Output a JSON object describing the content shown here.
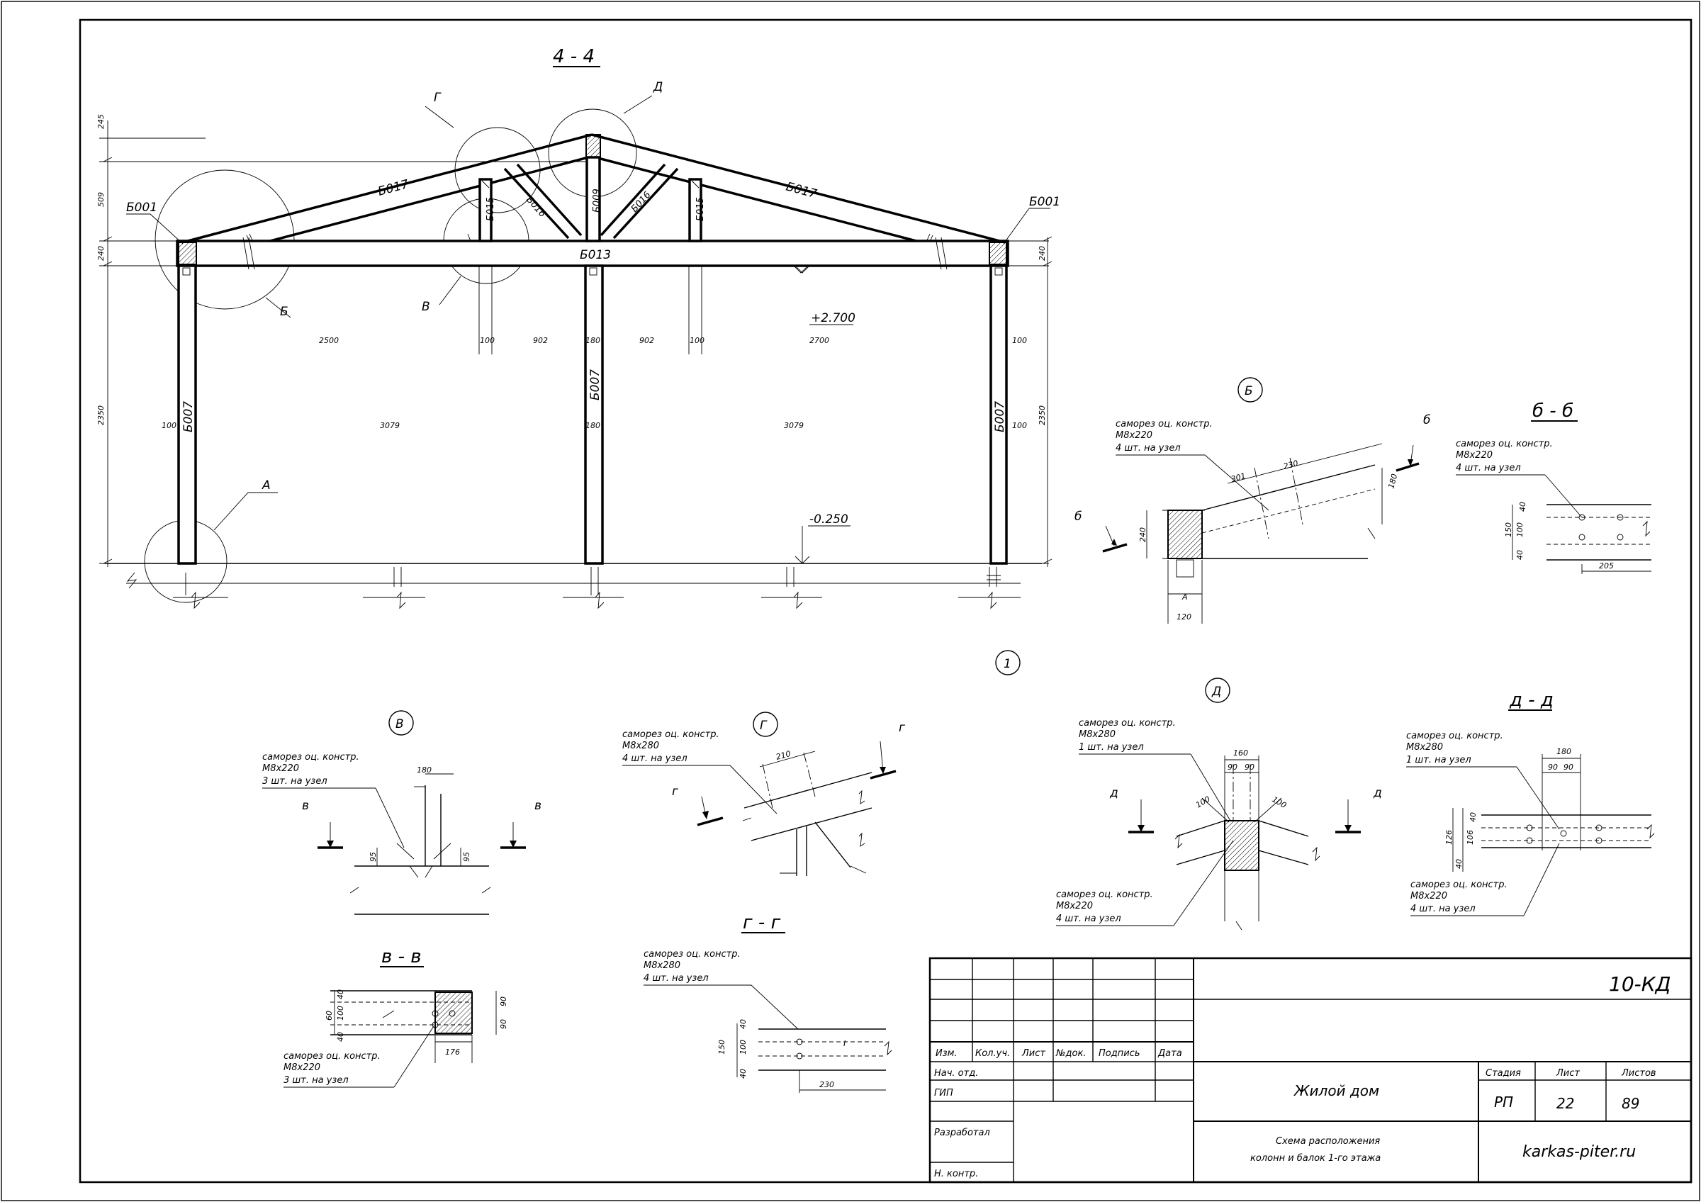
{
  "section": {
    "title": "4 - 4",
    "elev_top": "+2.700",
    "elev_bottom": "-0.250",
    "callouts": {
      "g": "Г",
      "d": "Д",
      "b": "Б",
      "v": "В",
      "a": "А"
    },
    "members": {
      "b001": "Б001",
      "b017": "Б017",
      "b015": "Б015",
      "b016": "Б016",
      "b009": "Б009",
      "b013": "Б013",
      "b007": "Б007"
    },
    "dims_left": [
      "245",
      "509",
      "240",
      "2350"
    ],
    "dims_right": [
      "240",
      "2350"
    ],
    "spans": [
      "2500",
      "100",
      "902",
      "180",
      "902",
      "100",
      "2700",
      "100"
    ],
    "inner": [
      "100",
      "3079",
      "180",
      "3079",
      "100"
    ]
  },
  "marker_1": "1",
  "details": {
    "b": {
      "label": "Б",
      "note": [
        "саморез оц. констр.",
        "М8х220",
        "4 шт. на узел"
      ],
      "cut": "б",
      "dims": [
        "301",
        "230",
        "240",
        "180",
        "120",
        "А"
      ]
    },
    "bb": {
      "label": "б - б",
      "note": [
        "саморез оц. констр.",
        "М8х220",
        "4 шт. на узел"
      ],
      "dims": [
        "40",
        "100",
        "150",
        "40",
        "205"
      ]
    },
    "v": {
      "label": "В",
      "note": [
        "саморез оц. констр.",
        "М8х220",
        "3 шт. на узел"
      ],
      "cut": "в",
      "dims": [
        "180",
        "95",
        "95"
      ]
    },
    "g": {
      "label": "Г",
      "note": [
        "саморез оц. констр.",
        "М8х280",
        "4 шт. на узел"
      ],
      "cut": "г",
      "dims": [
        "210"
      ]
    },
    "d": {
      "label": "Д",
      "note_top": [
        "саморез оц. констр.",
        "М8х280",
        "1 шт. на узел"
      ],
      "note_bot": [
        "саморез оц. констр.",
        "М8х220",
        "4 шт. на узел"
      ],
      "cut": "д",
      "dims": [
        "160",
        "90",
        "90",
        "100",
        "100"
      ]
    },
    "dd": {
      "label": "д - д",
      "note_top": [
        "саморез оц. констр.",
        "М8х280",
        "1 шт. на узел"
      ],
      "note_bot": [
        "саморез оц. констр.",
        "М8х220",
        "4 шт. на узел"
      ],
      "dims": [
        "180",
        "90",
        "90",
        "40",
        "106",
        "126",
        "40"
      ]
    },
    "vv": {
      "label": "в - в",
      "note": [
        "саморез оц. констр.",
        "М8х220",
        "3 шт. на узел"
      ],
      "dims": [
        "40",
        "100",
        "60",
        "40",
        "90",
        "90",
        "176"
      ]
    },
    "gg": {
      "label": "г - г",
      "note": [
        "саморез оц. констр.",
        "М8х280",
        "4 шт. на узел"
      ],
      "dims": [
        "40",
        "100",
        "150",
        "40",
        "230"
      ]
    }
  },
  "title_block": {
    "code": "10-КД",
    "headers": [
      "Изм.",
      "Кол.уч.",
      "Лист",
      "№док.",
      "Подпись",
      "Дата"
    ],
    "rows": [
      "Нач. отд.",
      "ГИП",
      "Разработал",
      "Н. контр."
    ],
    "project": "Жилой дом",
    "sheet_title": [
      "Схема расположения",
      "колонн и балок 1-го этажа"
    ],
    "stage_label": "Стадия",
    "sheet_label": "Лист",
    "sheets_label": "Листов",
    "stage": "РП",
    "sheet": "22",
    "sheets": "89",
    "website": "karkas-piter.ru"
  }
}
